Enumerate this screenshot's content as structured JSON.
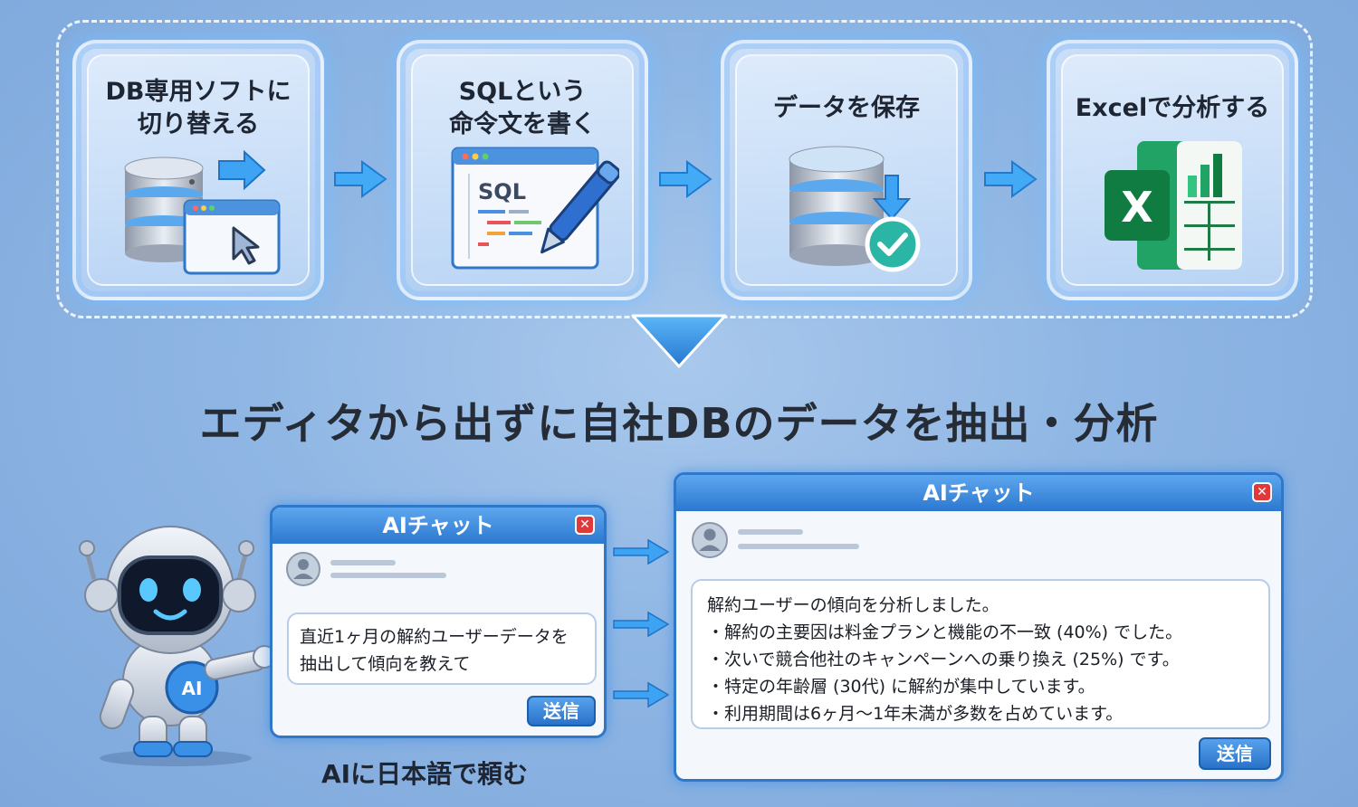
{
  "steps": [
    {
      "label": "DB専用ソフトに\n切り替える",
      "icon": "database-switch-icon"
    },
    {
      "label": "SQLという\n命令文を書く",
      "icon": "sql-editor-icon"
    },
    {
      "label": "データを保存",
      "icon": "database-save-icon"
    },
    {
      "label": "Excelで分析する",
      "icon": "excel-icon"
    }
  ],
  "icon_text": {
    "sql": "SQL",
    "excel_letter": "X",
    "robot_badge": "AI"
  },
  "headline": "エディタから出ずに自社DBのデータを抽出・分析",
  "left_chat": {
    "title": "AIチャット",
    "close": "✕",
    "lines": [
      "直近1ヶ月の解約ユーザーデータを",
      "抽出して傾向を教えて"
    ],
    "send": "送信"
  },
  "right_chat": {
    "title": "AIチャット",
    "close": "✕",
    "lines": [
      "解約ユーザーの傾向を分析しました。",
      "・解約の主要因は料金プランと機能の不一致 (40%) でした。",
      "・次いで競合他社のキャンペーンへの乗り換え (25%) です。",
      "・特定の年齢層 (30代) に解約が集中しています。",
      "・利用期間は6ヶ月〜1年未満が多数を占めています。"
    ],
    "send": "送信"
  },
  "caption": "AIに日本語で頼む",
  "colors": {
    "accent": "#2b78cf",
    "close": "#e0393c",
    "excel_green": "#1f7a45"
  }
}
